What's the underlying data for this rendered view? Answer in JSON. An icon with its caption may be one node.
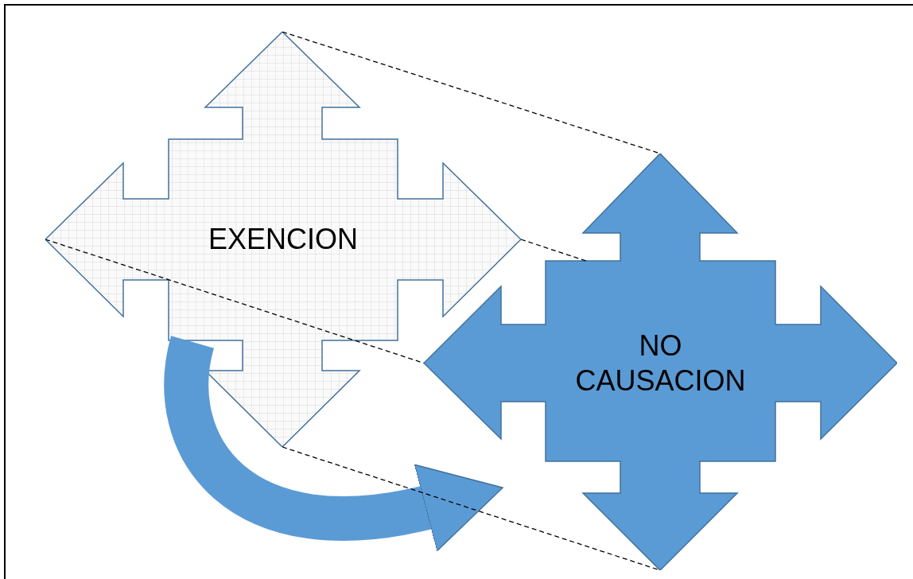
{
  "diagram": {
    "nodes": [
      {
        "text": [
          "EXENCION"
        ]
      },
      {
        "text": [
          "NO CAUSACION"
        ]
      }
    ],
    "edges": [
      {
        "from": 0,
        "to": 1,
        "arrow": "to",
        "style": "thick",
        "color": "#5b9bd5"
      },
      {
        "from": 0,
        "to": 1,
        "arrow": "none",
        "style": "dashed"
      },
      {
        "from": 0,
        "to": 1,
        "arrow": "none",
        "style": "dashed"
      },
      {
        "from": 0,
        "to": 1,
        "arrow": "none",
        "style": "dashed"
      },
      {
        "from": 0,
        "to": 1,
        "arrow": "none",
        "style": "dashed"
      }
    ]
  }
}
